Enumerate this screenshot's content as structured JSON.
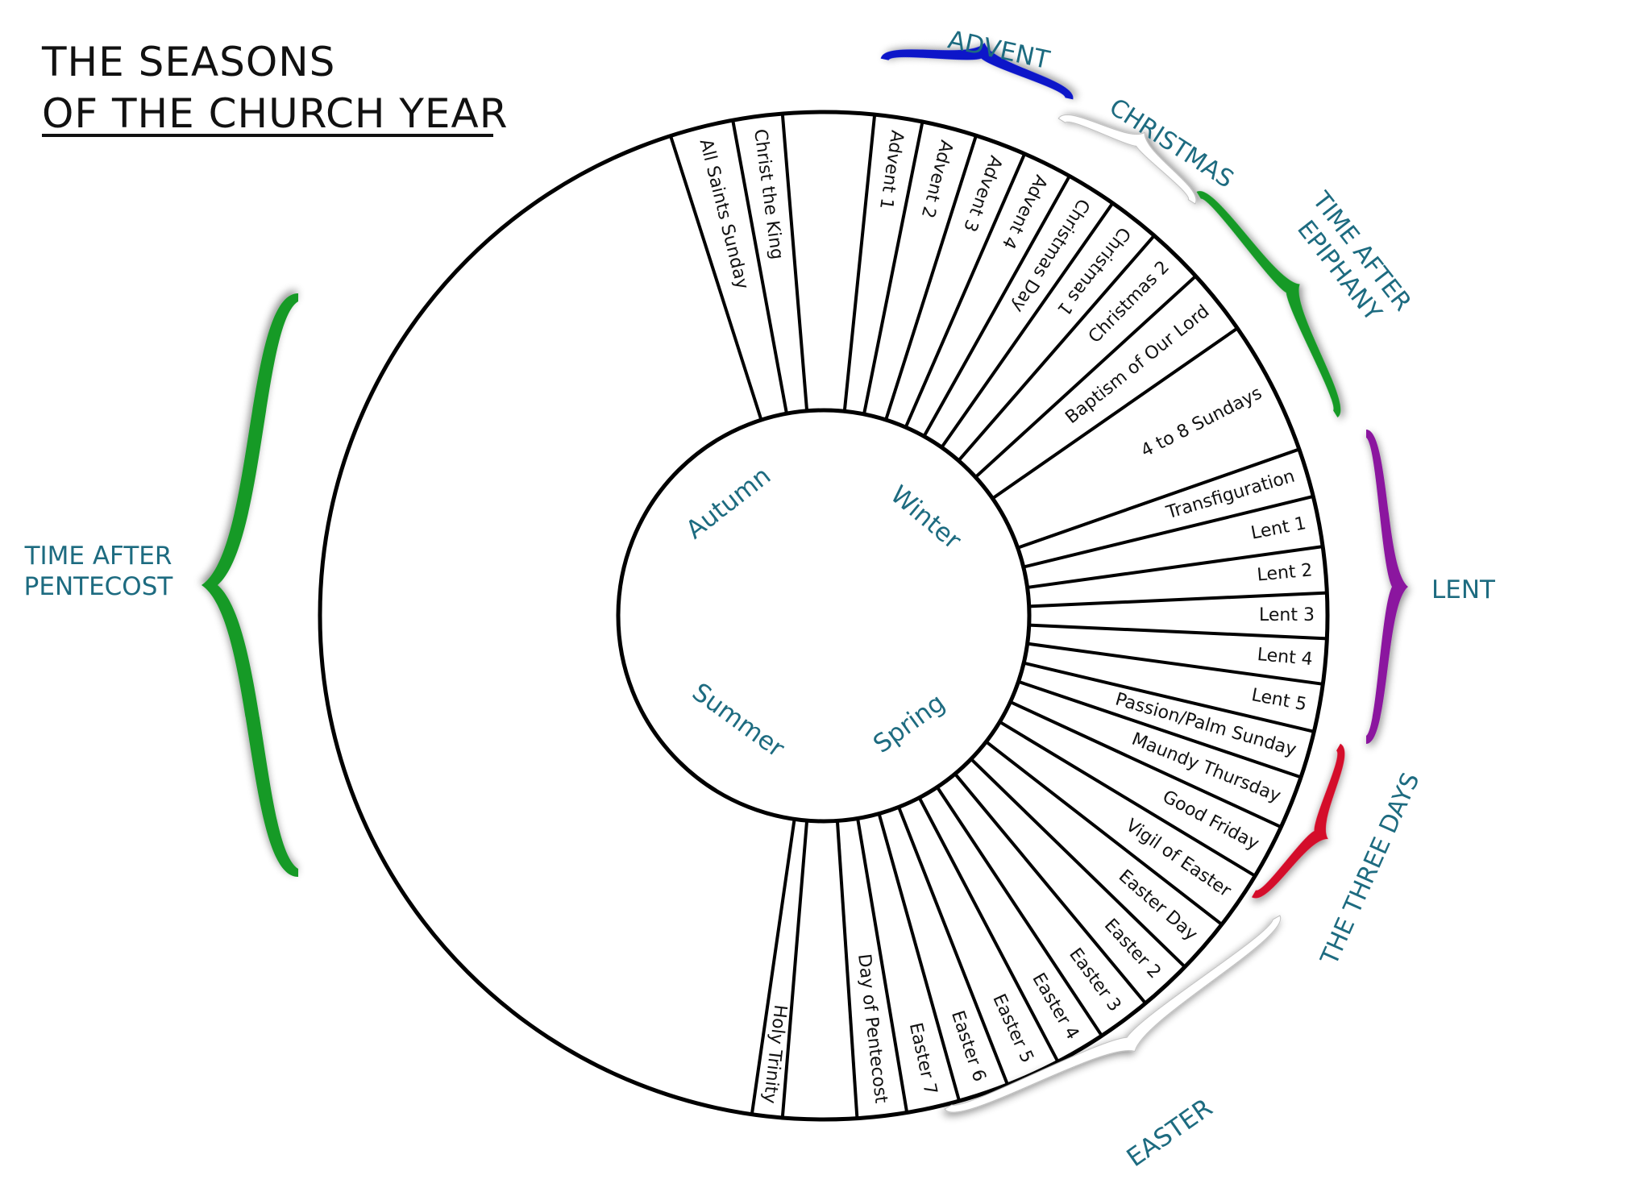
{
  "title": {
    "line1": "THE SEASONS",
    "line2": "OF THE CHURCH YEAR"
  },
  "season_labels": {
    "advent": "ADVENT",
    "christmas": "CHRISTMAS",
    "epiphany_line1": "TIME AFTER",
    "epiphany_line2": "EPIPHANY",
    "lent": "LENT",
    "three_days": "THE THREE DAYS",
    "easter": "EASTER",
    "pentecost_line1": "TIME AFTER",
    "pentecost_line2": "PENTECOST"
  },
  "natural_seasons": {
    "autumn": "Autumn",
    "winter": "Winter",
    "spring": "Spring",
    "summer": "Summer"
  },
  "segments": [
    {
      "label": "Advent 1"
    },
    {
      "label": "Advent 2"
    },
    {
      "label": "Advent 3"
    },
    {
      "label": "Advent 4"
    },
    {
      "label": "Christmas Day"
    },
    {
      "label": "Christmas 1"
    },
    {
      "label": "Christmas 2"
    },
    {
      "label": "Baptism of Our Lord"
    },
    {
      "label": "4 to 8 Sundays"
    },
    {
      "label": "Transfiguration"
    },
    {
      "label": "Lent 1"
    },
    {
      "label": "Lent 2"
    },
    {
      "label": "Lent 3"
    },
    {
      "label": "Lent 4"
    },
    {
      "label": "Lent 5"
    },
    {
      "label": "Passion/Palm Sunday"
    },
    {
      "label": "Maundy Thursday"
    },
    {
      "label": "Good Friday"
    },
    {
      "label": "Vigil of Easter"
    },
    {
      "label": "Easter Day"
    },
    {
      "label": "Easter 2"
    },
    {
      "label": "Easter 3"
    },
    {
      "label": "Easter 4"
    },
    {
      "label": "Easter 5"
    },
    {
      "label": "Easter 6"
    },
    {
      "label": "Easter 7"
    },
    {
      "label": "Day of Pentecost"
    },
    {
      "label": ""
    },
    {
      "label": "Holy Trinity"
    },
    {
      "label": ""
    },
    {
      "label": "All Saints Sunday"
    },
    {
      "label": "Christ the King"
    },
    {
      "label": ""
    }
  ],
  "colors": {
    "advent": "#0b17c9",
    "christmas": "#ffffff",
    "epiphany": "#149a26",
    "lent": "#8b189f",
    "three_days": "#d4092a",
    "easter": "#ffffff",
    "pentecost": "#149a26",
    "label_text": "#1d6b80",
    "ring_stroke": "#000000"
  }
}
